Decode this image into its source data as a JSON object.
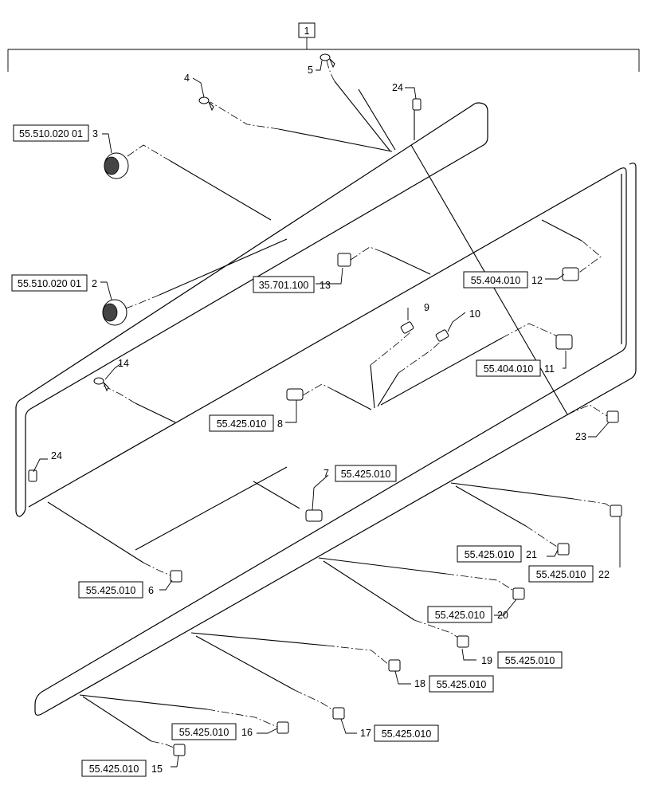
{
  "assembly": {
    "item": "1"
  },
  "callouts": [
    {
      "id": "c2",
      "number": "2",
      "ref": "55.510.020 01"
    },
    {
      "id": "c3",
      "number": "3",
      "ref": "55.510.020 01"
    },
    {
      "id": "c4",
      "number": "4",
      "ref": ""
    },
    {
      "id": "c5",
      "number": "5",
      "ref": ""
    },
    {
      "id": "c6",
      "number": "6",
      "ref": "55.425.010"
    },
    {
      "id": "c7",
      "number": "7",
      "ref": "55.425.010"
    },
    {
      "id": "c8",
      "number": "8",
      "ref": "55.425.010"
    },
    {
      "id": "c9",
      "number": "9",
      "ref": ""
    },
    {
      "id": "c10",
      "number": "10",
      "ref": ""
    },
    {
      "id": "c11",
      "number": "11",
      "ref": "55.404.010"
    },
    {
      "id": "c12",
      "number": "12",
      "ref": "55.404.010"
    },
    {
      "id": "c13",
      "number": "13",
      "ref": "35.701.100"
    },
    {
      "id": "c14",
      "number": "14",
      "ref": ""
    },
    {
      "id": "c15",
      "number": "15",
      "ref": "55.425.010"
    },
    {
      "id": "c16",
      "number": "16",
      "ref": "55.425.010"
    },
    {
      "id": "c17",
      "number": "17",
      "ref": "55.425.010"
    },
    {
      "id": "c18",
      "number": "18",
      "ref": "55.425.010"
    },
    {
      "id": "c19",
      "number": "19",
      "ref": "55.425.010"
    },
    {
      "id": "c20",
      "number": "20",
      "ref": "55.425.010"
    },
    {
      "id": "c21",
      "number": "21",
      "ref": "55.425.010"
    },
    {
      "id": "c22",
      "number": "22",
      "ref": "55.425.010"
    },
    {
      "id": "c23",
      "number": "23",
      "ref": ""
    },
    {
      "id": "c24a",
      "number": "24",
      "ref": ""
    },
    {
      "id": "c24b",
      "number": "24",
      "ref": ""
    }
  ]
}
